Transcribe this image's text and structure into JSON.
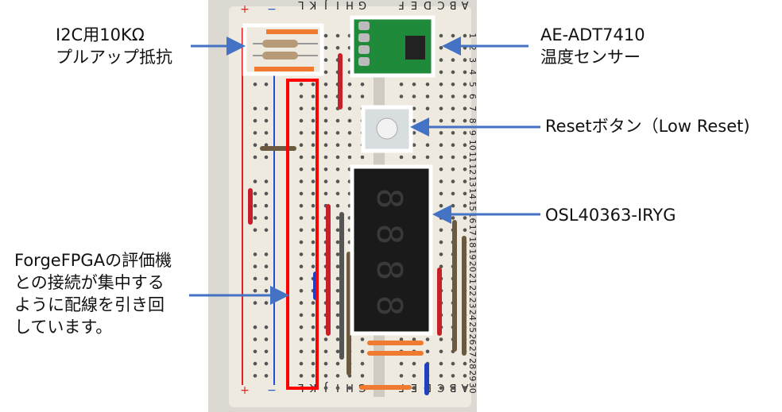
{
  "annotations": {
    "resistor": [
      "I2C用10KΩ",
      "プルアップ抵抗"
    ],
    "sensor": [
      "AE-ADT7410",
      "温度センサー"
    ],
    "reset": "Resetボタン（Low Reset)",
    "display": "OSL40363-IRYG",
    "wiring": [
      "ForgeFPGAの評価機",
      "との接続が集中する",
      "ように配線を引き回",
      "しています。"
    ]
  },
  "breadboard": {
    "columns": [
      "L",
      "K",
      "J",
      "I",
      "H",
      "G",
      "F",
      "E",
      "D",
      "C",
      "B",
      "A"
    ],
    "rows": 30,
    "rail_plus": "+",
    "rail_minus": "−"
  },
  "colors": {
    "arrow": "#4472c4",
    "highlight_box": "#ff0000",
    "frame": "#ffffff",
    "board": "#efeae0"
  }
}
